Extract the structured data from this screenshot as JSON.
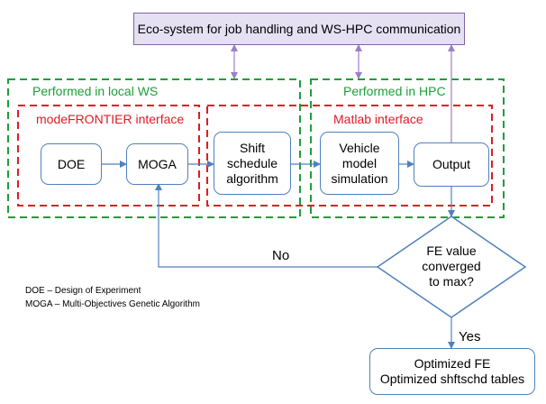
{
  "header": {
    "ecosystem_label": "Eco-system for job handling and WS-HPC communication"
  },
  "regions": {
    "local_ws": "Performed in local WS",
    "hpc": "Performed in HPC",
    "modefrontier": "modeFRONTIER interface",
    "matlab": "Matlab interface"
  },
  "nodes": {
    "doe": "DOE",
    "moga": "MOGA",
    "shift": "Shift\nschedule\nalgorithm",
    "vehicle": "Vehicle\nmodel\nsimulation",
    "output": "Output"
  },
  "decision": {
    "question": "FE value\nconverged\nto max?",
    "no_label": "No",
    "yes_label": "Yes"
  },
  "result": {
    "line1": "Optimized FE",
    "line2": "Optimized shftschd tables"
  },
  "legend": {
    "doe": "DOE – Design of Experiment",
    "moga": "MOGA – Multi-Objectives Genetic Algorithm"
  },
  "colors": {
    "green_region": "#1e9e3a",
    "red_region": "#e01b24",
    "node_border": "#4f81bd",
    "arrow": "#4f81bd",
    "eco_fill": "#e6e0f3",
    "eco_border": "#8064a2"
  }
}
